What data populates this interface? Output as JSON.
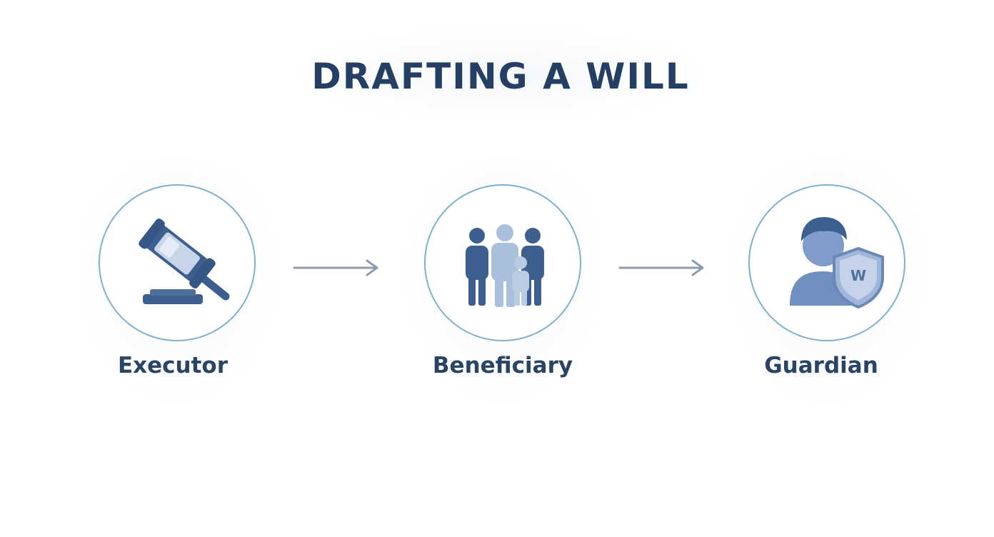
{
  "title": "DRAFTING A WILL",
  "steps": [
    {
      "label": "Executor",
      "icon": "gavel-icon"
    },
    {
      "label": "Beneficiary",
      "icon": "family-icon"
    },
    {
      "label": "Guardian",
      "icon": "guardian-shield-icon",
      "shield_text": "W"
    }
  ],
  "colors": {
    "title": "#243f63",
    "circle_border": "#7fb0cd",
    "icon_dark": "#3d5f8f",
    "icon_light": "#a9bfdc",
    "arrow": "#8d9bae"
  }
}
